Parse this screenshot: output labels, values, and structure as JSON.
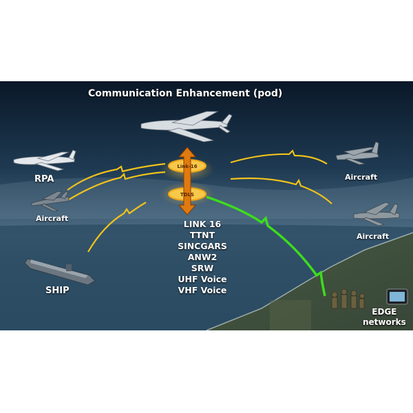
{
  "title": "Communication Enhancement (pod)",
  "nodes": {
    "rpa": "RPA",
    "aircraft_left": "Aircraft",
    "ship": "SHIP",
    "aircraft_right_top": "Aircraft",
    "aircraft_right_bottom": "Aircraft",
    "edge_line1": "EDGE",
    "edge_line2": "networks"
  },
  "pod": {
    "top_ring": "Link-16",
    "bottom_ring": "TDLS"
  },
  "protocols": [
    "LINK 16",
    "TTNT",
    "SINCGARS",
    "ANW2",
    "SRW",
    "UHF Voice",
    "VHF Voice"
  ],
  "colors": {
    "sky_top": "#0b1a2c",
    "sky_mid": "#2b4a63",
    "sea": "#2e4f68",
    "yellow_link": "#f2c21a",
    "green_link": "#3ddc1e",
    "pod_ring": "#f0a818",
    "arrow": "#e07a10"
  }
}
